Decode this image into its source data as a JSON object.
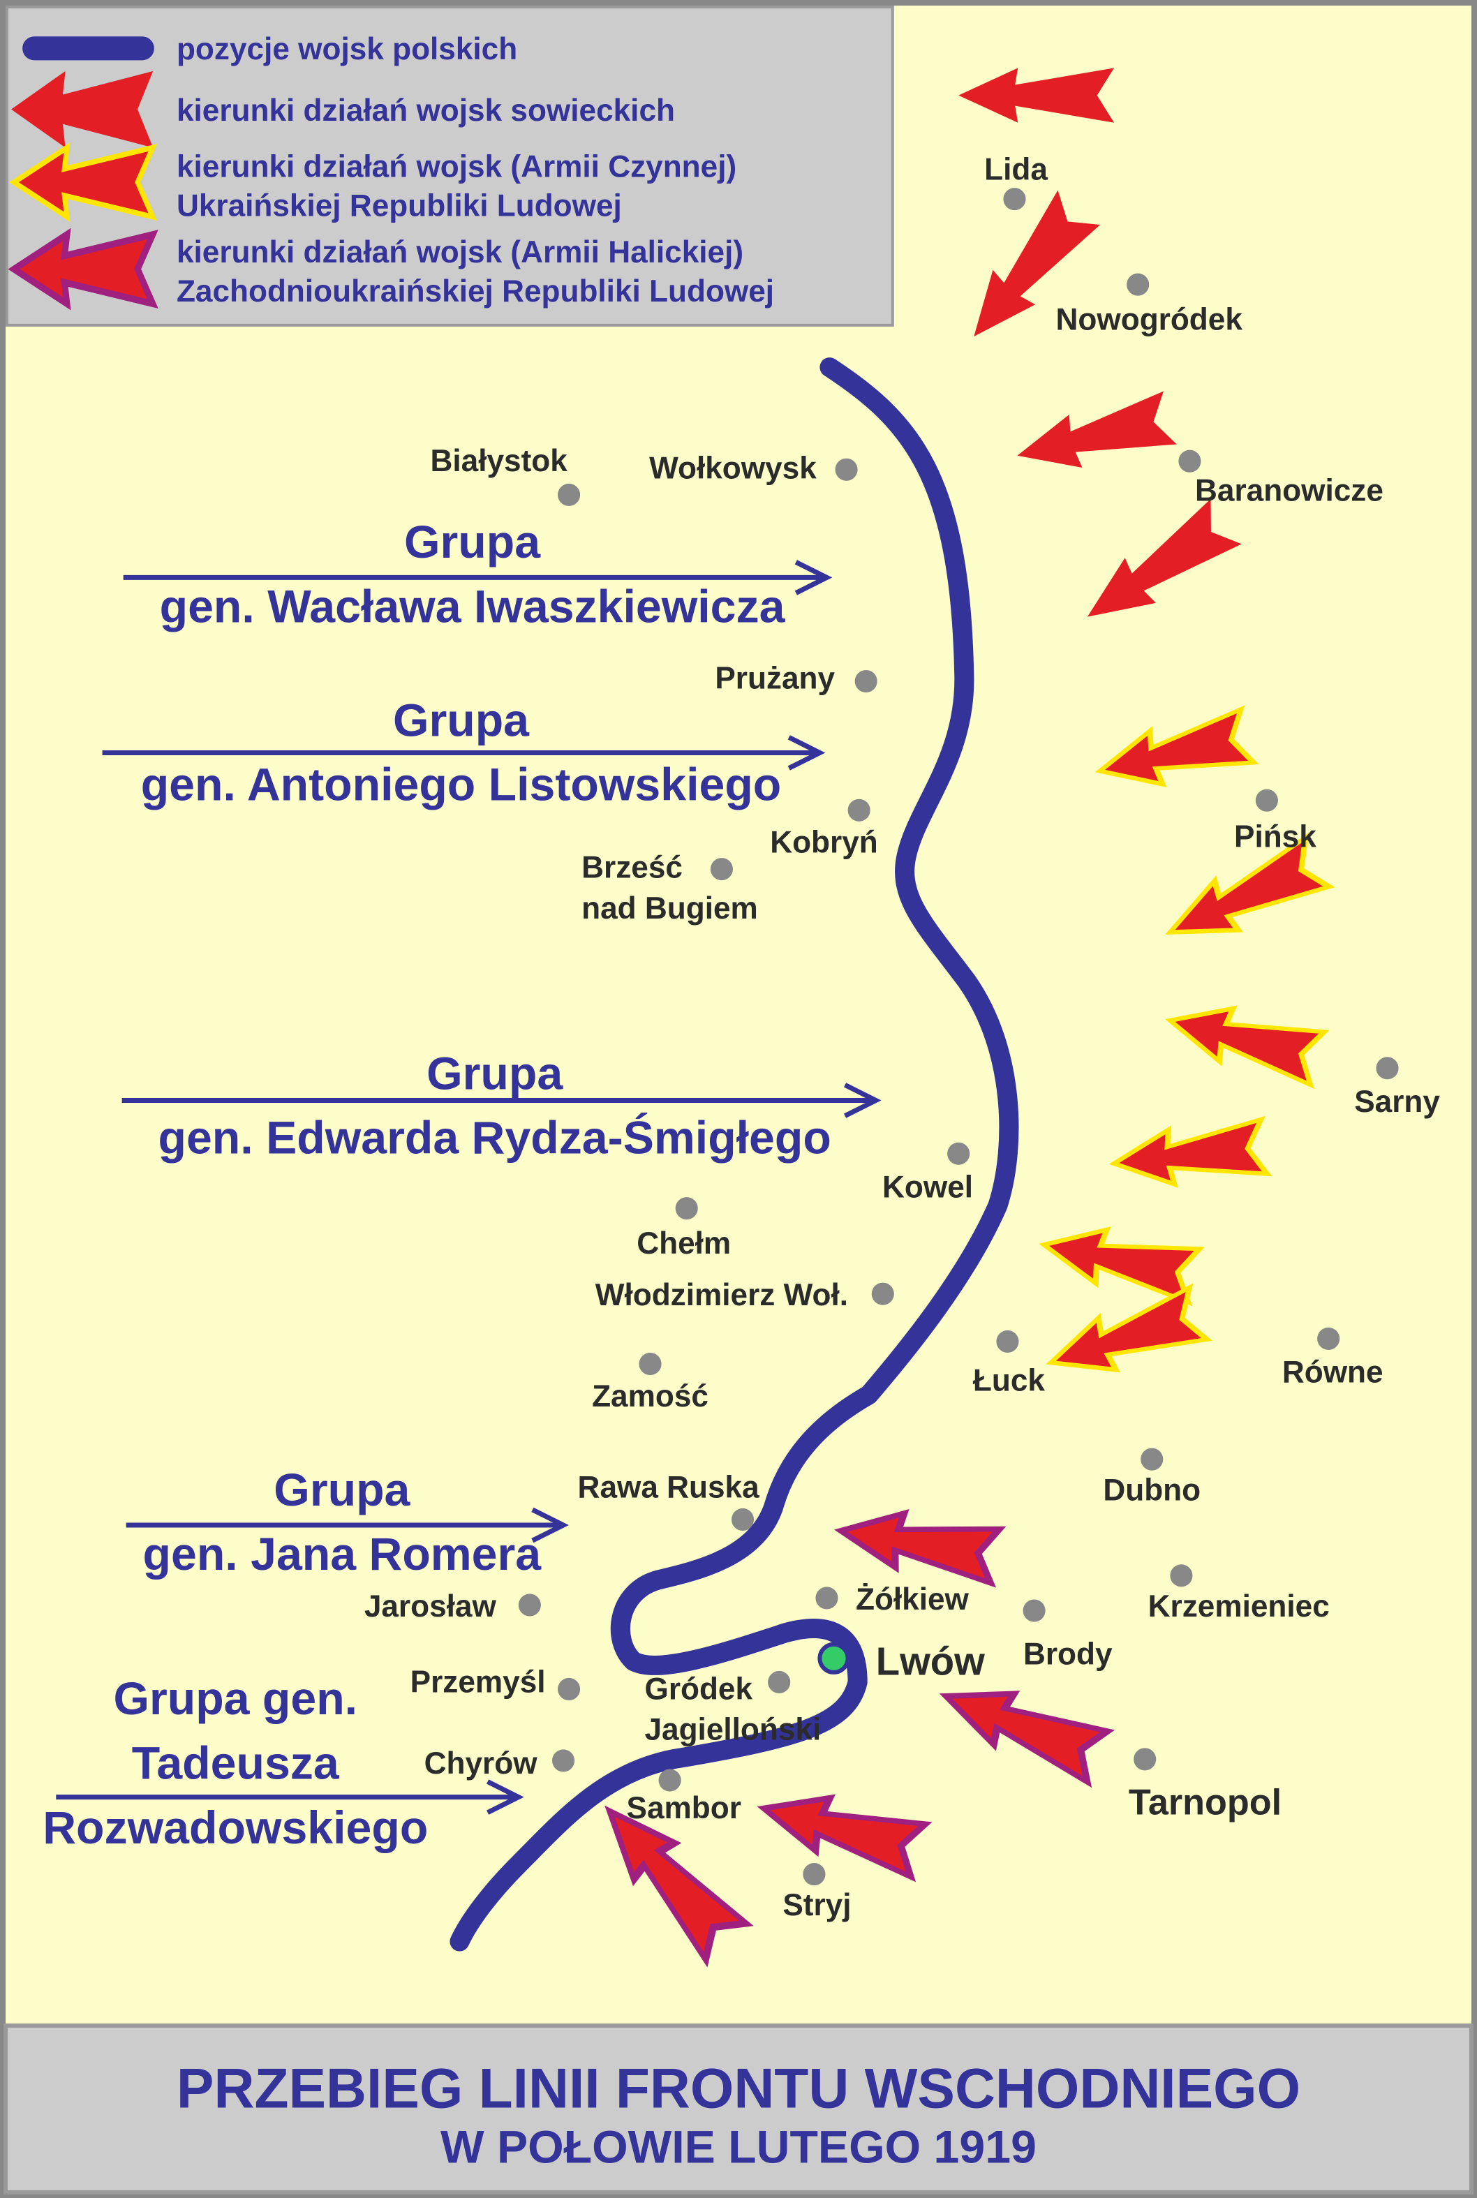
{
  "legend": {
    "polish_positions": "pozycje wojsk polskich",
    "soviet": "kierunki działań wojsk sowieckich",
    "unr_line1": "kierunki działań wojsk (Armii Czynnej)",
    "unr_line2": "Ukraińskiej Republiki Ludowej",
    "zunr_line1": "kierunki działań wojsk (Armii Halickiej)",
    "zunr_line2": "Zachodnioukraińskiej Republiki Ludowej"
  },
  "groups": [
    {
      "lines": [
        "Grupa",
        "gen. Wacława Iwaszkiewicza"
      ]
    },
    {
      "lines": [
        "Grupa",
        "gen. Antoniego Listowskiego"
      ]
    },
    {
      "lines": [
        "Grupa",
        "gen. Edwarda Rydza-Śmigłego"
      ]
    },
    {
      "lines": [
        "Grupa",
        "gen. Jana Romera"
      ]
    },
    {
      "lines": [
        "Grupa gen.",
        "Tadeusza",
        "Rozwadowskiego"
      ]
    }
  ],
  "cities": [
    {
      "name": "Lida"
    },
    {
      "name": "Nowogródek"
    },
    {
      "name": "Białystok"
    },
    {
      "name": "Wołkowysk"
    },
    {
      "name": "Baranowicze"
    },
    {
      "name": "Prużany"
    },
    {
      "name": "Kobryń"
    },
    {
      "name": "Pińsk"
    },
    {
      "name": "Brześć",
      "name2": "nad Bugiem"
    },
    {
      "name": "Sarny"
    },
    {
      "name": "Kowel"
    },
    {
      "name": "Chełm"
    },
    {
      "name": "Włodzimierz Woł."
    },
    {
      "name": "Łuck"
    },
    {
      "name": "Równe"
    },
    {
      "name": "Zamość"
    },
    {
      "name": "Dubno"
    },
    {
      "name": "Rawa Ruska"
    },
    {
      "name": "Krzemieniec"
    },
    {
      "name": "Żółkiew"
    },
    {
      "name": "Jarosław"
    },
    {
      "name": "Brody"
    },
    {
      "name": "Lwów"
    },
    {
      "name": "Przemyśl"
    },
    {
      "name": "Gródek",
      "name2": "Jagielloński"
    },
    {
      "name": "Chyrów"
    },
    {
      "name": "Tarnopol"
    },
    {
      "name": "Sambor"
    },
    {
      "name": "Stryj"
    }
  ],
  "title": {
    "line1": "PRZEBIEG LINII FRONTU WSCHODNIEGO",
    "line2": "W POŁOWIE  LUTEGO 1919"
  },
  "colors": {
    "background": "#fdfdc9",
    "front_line": "#333399",
    "soviet": "#e31e24",
    "unr_outline": "#ffe600",
    "zunr_outline": "#a0207f",
    "city_dot": "#888888",
    "lwow": "#009966"
  }
}
